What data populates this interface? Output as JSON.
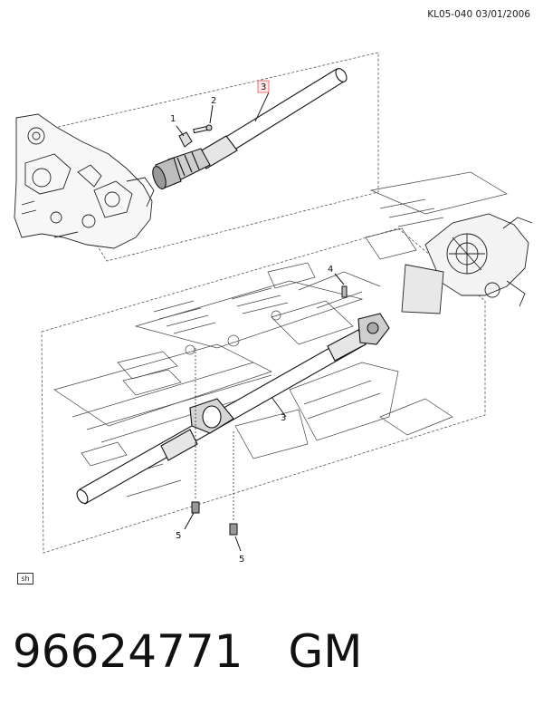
{
  "header": {
    "reference": "KL05-040  03/01/2006"
  },
  "callouts": [
    {
      "id": "c1",
      "text": "1"
    },
    {
      "id": "c2",
      "text": "2"
    },
    {
      "id": "c3a",
      "text": "3"
    },
    {
      "id": "c3b",
      "text": "3"
    },
    {
      "id": "c4",
      "text": "4"
    },
    {
      "id": "c5a",
      "text": "5"
    },
    {
      "id": "c5b",
      "text": "5"
    }
  ],
  "tag": "sh",
  "footer": {
    "part_number": "96624771",
    "brand": "GM"
  },
  "colors": {
    "line": "#1a1a1a",
    "highlight": "#e06a6a",
    "shade": "#8a8a8a"
  }
}
